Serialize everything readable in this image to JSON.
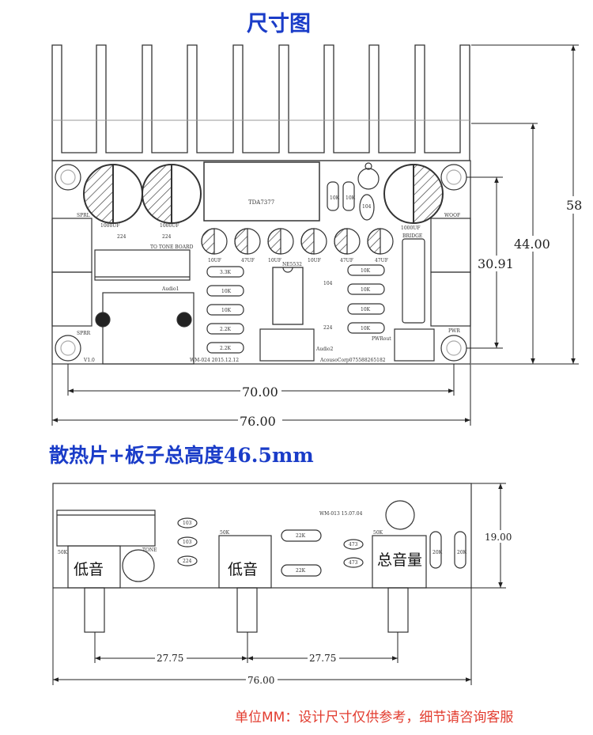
{
  "titles": {
    "top": "尺寸图",
    "side": "散热片+板子总高度46.5mm"
  },
  "footer_note": "单位MM：设计尺寸仅供参考，细节请咨询客服",
  "top_view": {
    "dims": {
      "total_height": "58",
      "board_height": "44.00",
      "hole_spacing_v": "30.91",
      "hole_spacing_h": "70.00",
      "board_width": "76.00"
    },
    "labels": {
      "chip": "TDA7377",
      "cap1": "1000UF",
      "cap2": "1000UF",
      "cap3": "1000UF",
      "sprl": "SPRL",
      "sprr": "SPRR",
      "woof": "WOOF",
      "pwr": "PWR",
      "bridge": "BRIDGE",
      "tone_board": "TO TONE BOARD",
      "audio1": "Audio1",
      "audio2": "Audio2",
      "ne5532": "NE5532",
      "version": "V1.0",
      "model": "WM-024 2015.12.12",
      "pwr_out": "PWRout",
      "company": "AcousoCorp075588265182",
      "c224a": "224",
      "c224b": "224",
      "c104": "104",
      "c104b": "104",
      "c224c": "224",
      "ecap_labels": [
        "10UF",
        "47UF",
        "10UF",
        "10UF",
        "47UF",
        "47UF"
      ],
      "res_left": [
        "3.3K",
        "10K",
        "10K",
        "2.2K",
        "2.2K"
      ],
      "res_right": [
        "10K",
        "10K",
        "10K",
        "10K"
      ],
      "res_top": [
        "10K",
        "10K"
      ]
    }
  },
  "side_view": {
    "dims": {
      "height": "19.00",
      "pitch1": "27.75",
      "pitch2": "27.75",
      "width": "76.00"
    },
    "labels": {
      "pot1": "低音",
      "pot2": "低音",
      "pot3": "总音量",
      "pot1_val": "50K",
      "pot2_val": "50K",
      "pot3_val": "50K",
      "tone": "TONE",
      "model": "WM-013 15.07.04",
      "caps_left": [
        "103",
        "103",
        "224"
      ],
      "res_mid": [
        "22K",
        "22K"
      ],
      "caps_mid": [
        "473",
        "473"
      ],
      "res_right": [
        "20K",
        "20K"
      ]
    }
  }
}
